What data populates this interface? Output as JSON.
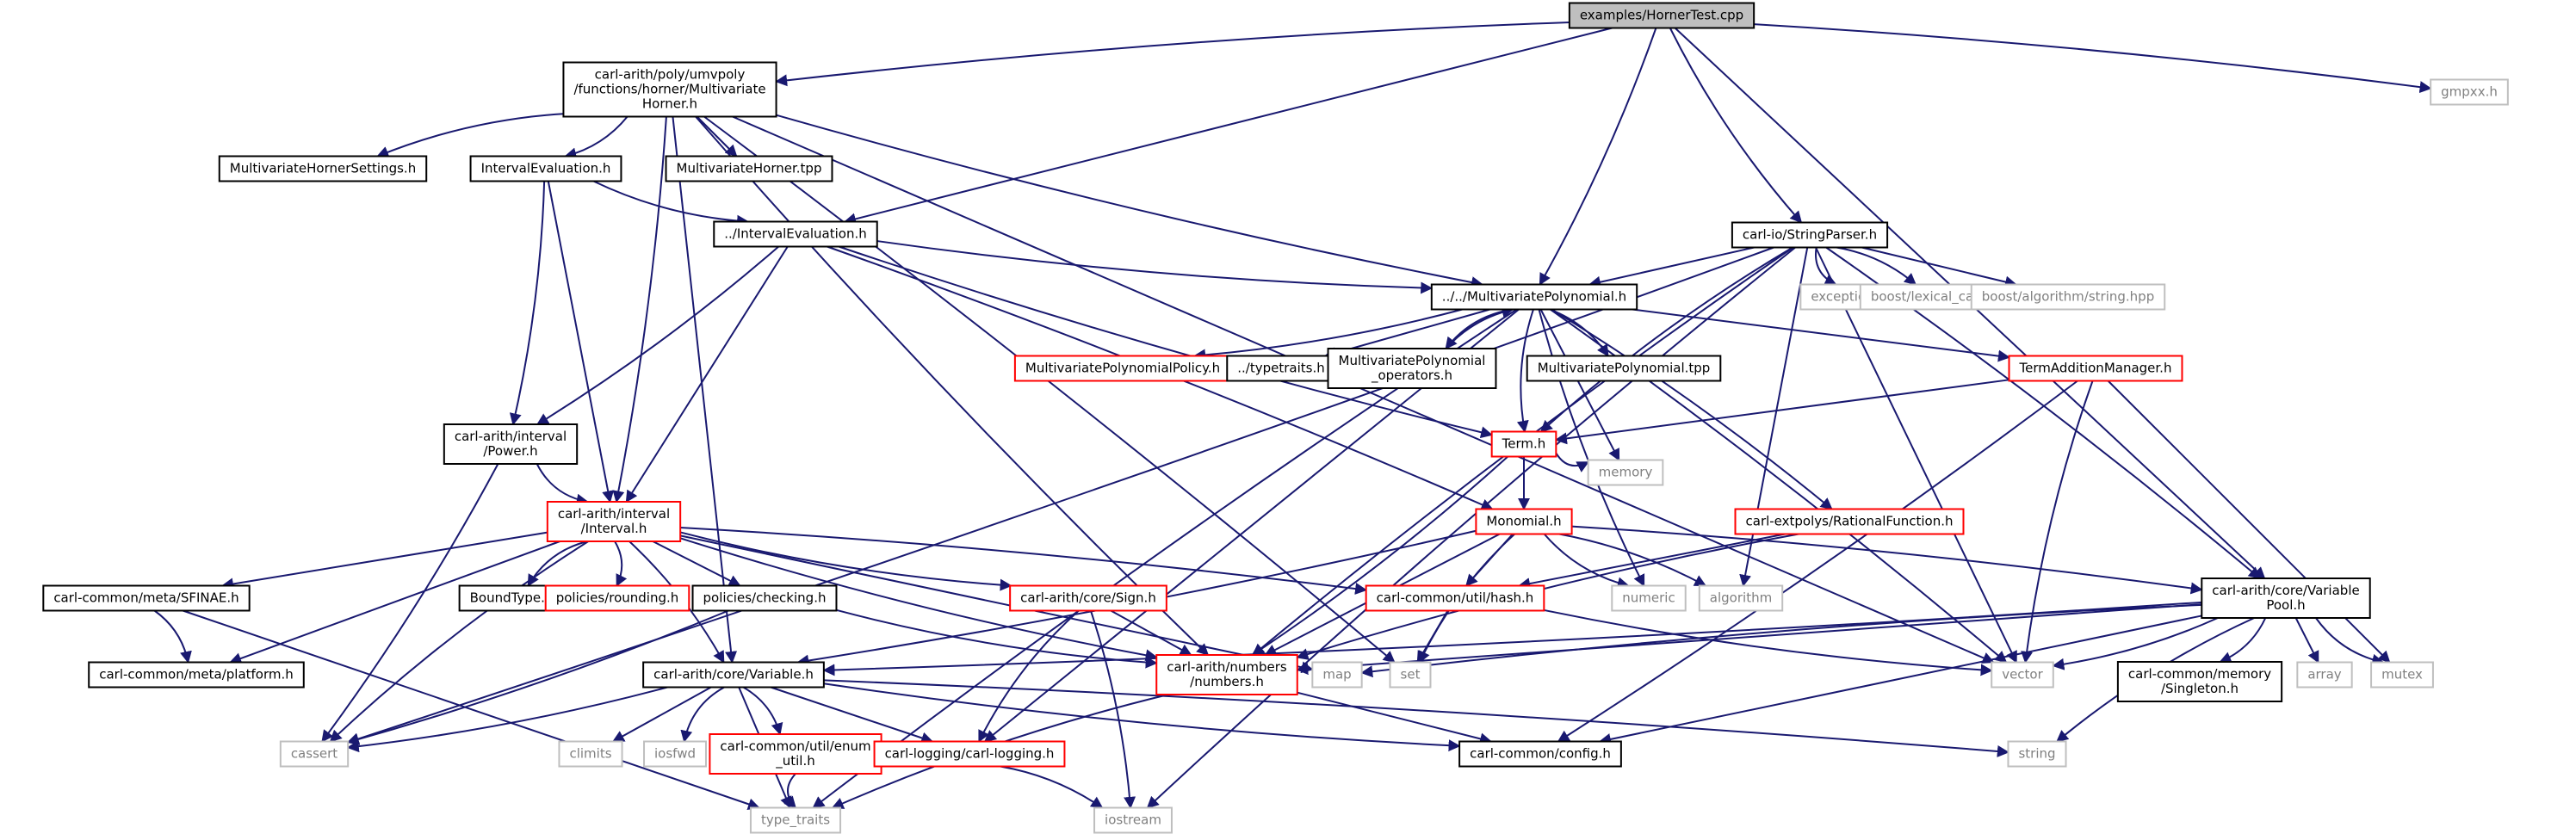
{
  "nodes": [
    {
      "id": "root",
      "lines": [
        "examples/HornerTest.cpp"
      ],
      "kind": "root"
    },
    {
      "id": "mvhorner",
      "lines": [
        "carl-arith/poly/umvpoly",
        "/functions/horner/Multivariate",
        "Horner.h"
      ],
      "kind": "normal"
    },
    {
      "id": "gmpxx",
      "lines": [
        "gmpxx.h"
      ],
      "kind": "external"
    },
    {
      "id": "mvhsettings",
      "lines": [
        "MultivariateHornerSettings.h"
      ],
      "kind": "normal"
    },
    {
      "id": "ieval",
      "lines": [
        "IntervalEvaluation.h"
      ],
      "kind": "normal"
    },
    {
      "id": "mvhtpp",
      "lines": [
        "MultivariateHorner.tpp"
      ],
      "kind": "normal"
    },
    {
      "id": "ievalrel",
      "lines": [
        "../IntervalEvaluation.h"
      ],
      "kind": "normal"
    },
    {
      "id": "strparser",
      "lines": [
        "carl-io/StringParser.h"
      ],
      "kind": "normal"
    },
    {
      "id": "exception",
      "lines": [
        "exception"
      ],
      "kind": "external"
    },
    {
      "id": "lexcast",
      "lines": [
        "boost/lexical_cast.hpp"
      ],
      "kind": "external"
    },
    {
      "id": "boostalg",
      "lines": [
        "boost/algorithm/string.hpp"
      ],
      "kind": "external"
    },
    {
      "id": "mvpoly",
      "lines": [
        "../../MultivariatePolynomial.h"
      ],
      "kind": "normal"
    },
    {
      "id": "mvppolicy",
      "lines": [
        "MultivariatePolynomialPolicy.h"
      ],
      "kind": "red"
    },
    {
      "id": "typetraitsh",
      "lines": [
        "../typetraits.h"
      ],
      "kind": "normal"
    },
    {
      "id": "mvpops",
      "lines": [
        "MultivariatePolynomial",
        "_operators.h"
      ],
      "kind": "normal"
    },
    {
      "id": "mvptpp",
      "lines": [
        "MultivariatePolynomial.tpp"
      ],
      "kind": "normal"
    },
    {
      "id": "termadd",
      "lines": [
        "TermAdditionManager.h"
      ],
      "kind": "red"
    },
    {
      "id": "power",
      "lines": [
        "carl-arith/interval",
        "/Power.h"
      ],
      "kind": "normal"
    },
    {
      "id": "term",
      "lines": [
        "Term.h"
      ],
      "kind": "red"
    },
    {
      "id": "memory",
      "lines": [
        "memory"
      ],
      "kind": "external"
    },
    {
      "id": "interval",
      "lines": [
        "carl-arith/interval",
        "/Interval.h"
      ],
      "kind": "red"
    },
    {
      "id": "monomial",
      "lines": [
        "Monomial.h"
      ],
      "kind": "red"
    },
    {
      "id": "ratfunc",
      "lines": [
        "carl-extpolys/RationalFunction.h"
      ],
      "kind": "red"
    },
    {
      "id": "sfinae",
      "lines": [
        "carl-common/meta/SFINAE.h"
      ],
      "kind": "normal"
    },
    {
      "id": "boundtype",
      "lines": [
        "BoundType.h"
      ],
      "kind": "normal"
    },
    {
      "id": "rounding",
      "lines": [
        "policies/rounding.h"
      ],
      "kind": "red"
    },
    {
      "id": "checking",
      "lines": [
        "policies/checking.h"
      ],
      "kind": "normal"
    },
    {
      "id": "sign",
      "lines": [
        "carl-arith/core/Sign.h"
      ],
      "kind": "red"
    },
    {
      "id": "hash",
      "lines": [
        "carl-common/util/hash.h"
      ],
      "kind": "red"
    },
    {
      "id": "numeric",
      "lines": [
        "numeric"
      ],
      "kind": "external"
    },
    {
      "id": "algorithm",
      "lines": [
        "algorithm"
      ],
      "kind": "external"
    },
    {
      "id": "varpool",
      "lines": [
        "carl-arith/core/Variable",
        "Pool.h"
      ],
      "kind": "normal"
    },
    {
      "id": "platform",
      "lines": [
        "carl-common/meta/platform.h"
      ],
      "kind": "normal"
    },
    {
      "id": "variable",
      "lines": [
        "carl-arith/core/Variable.h"
      ],
      "kind": "normal"
    },
    {
      "id": "numbers",
      "lines": [
        "carl-arith/numbers",
        "/numbers.h"
      ],
      "kind": "red"
    },
    {
      "id": "map",
      "lines": [
        "map"
      ],
      "kind": "external"
    },
    {
      "id": "set",
      "lines": [
        "set"
      ],
      "kind": "external"
    },
    {
      "id": "vector",
      "lines": [
        "vector"
      ],
      "kind": "external"
    },
    {
      "id": "array",
      "lines": [
        "array"
      ],
      "kind": "external"
    },
    {
      "id": "mutex",
      "lines": [
        "mutex"
      ],
      "kind": "external"
    },
    {
      "id": "singleton",
      "lines": [
        "carl-common/memory",
        "/Singleton.h"
      ],
      "kind": "normal"
    },
    {
      "id": "cassert",
      "lines": [
        "cassert"
      ],
      "kind": "external"
    },
    {
      "id": "climits",
      "lines": [
        "climits"
      ],
      "kind": "external"
    },
    {
      "id": "iosfwd",
      "lines": [
        "iosfwd"
      ],
      "kind": "external"
    },
    {
      "id": "enumutil",
      "lines": [
        "carl-common/util/enum",
        "_util.h"
      ],
      "kind": "red"
    },
    {
      "id": "logging",
      "lines": [
        "carl-logging/carl-logging.h"
      ],
      "kind": "red"
    },
    {
      "id": "config",
      "lines": [
        "carl-common/config.h"
      ],
      "kind": "normal"
    },
    {
      "id": "string",
      "lines": [
        "string"
      ],
      "kind": "external"
    },
    {
      "id": "typetraits",
      "lines": [
        "type_traits"
      ],
      "kind": "external"
    },
    {
      "id": "iostream",
      "lines": [
        "iostream"
      ],
      "kind": "external"
    }
  ],
  "edges": [
    [
      "root",
      "mvhorner"
    ],
    [
      "root",
      "gmpxx"
    ],
    [
      "root",
      "ievalrel"
    ],
    [
      "root",
      "strparser"
    ],
    [
      "root",
      "mvpoly"
    ],
    [
      "root",
      "varpool"
    ],
    [
      "mvhorner",
      "mvhsettings"
    ],
    [
      "mvhorner",
      "ieval"
    ],
    [
      "mvhorner",
      "mvhtpp"
    ],
    [
      "mvhorner",
      "mvpoly"
    ],
    [
      "mvhorner",
      "interval"
    ],
    [
      "mvhorner",
      "variable"
    ],
    [
      "mvhorner",
      "numbers"
    ],
    [
      "mvhorner",
      "set"
    ],
    [
      "mvhorner",
      "vector"
    ],
    [
      "ieval",
      "ievalrel"
    ],
    [
      "ieval",
      "power"
    ],
    [
      "ieval",
      "interval"
    ],
    [
      "ievalrel",
      "mvpoly"
    ],
    [
      "ievalrel",
      "power"
    ],
    [
      "ievalrel",
      "interval"
    ],
    [
      "ievalrel",
      "term"
    ],
    [
      "ievalrel",
      "monomial"
    ],
    [
      "strparser",
      "mvpoly"
    ],
    [
      "strparser",
      "exception"
    ],
    [
      "strparser",
      "lexcast"
    ],
    [
      "strparser",
      "boostalg"
    ],
    [
      "strparser",
      "term"
    ],
    [
      "strparser",
      "varpool"
    ],
    [
      "strparser",
      "vector"
    ],
    [
      "strparser",
      "iostream"
    ],
    [
      "strparser",
      "cassert"
    ],
    [
      "strparser",
      "algorithm"
    ],
    [
      "strparser",
      "numbers"
    ],
    [
      "mvpoly",
      "mvppolicy"
    ],
    [
      "mvpoly",
      "typetraitsh"
    ],
    [
      "mvpoly",
      "mvpops"
    ],
    [
      "mvpoly",
      "mvptpp"
    ],
    [
      "mvpoly",
      "termadd"
    ],
    [
      "mvpoly",
      "term"
    ],
    [
      "mvpoly",
      "ratfunc"
    ],
    [
      "mvpoly",
      "memory"
    ],
    [
      "mvpoly",
      "numeric"
    ],
    [
      "mvpoly",
      "vector"
    ],
    [
      "mvpoly",
      "logging"
    ],
    [
      "mvpoly",
      "typetraits"
    ],
    [
      "mvpops",
      "mvpoly"
    ],
    [
      "termadd",
      "term"
    ],
    [
      "termadd",
      "vector"
    ],
    [
      "termadd",
      "config"
    ],
    [
      "termadd",
      "mutex"
    ],
    [
      "power",
      "interval"
    ],
    [
      "power",
      "cassert"
    ],
    [
      "term",
      "monomial"
    ],
    [
      "term",
      "memory"
    ],
    [
      "term",
      "numbers"
    ],
    [
      "interval",
      "sfinae"
    ],
    [
      "interval",
      "boundtype"
    ],
    [
      "interval",
      "rounding"
    ],
    [
      "interval",
      "checking"
    ],
    [
      "interval",
      "sign"
    ],
    [
      "interval",
      "hash"
    ],
    [
      "interval",
      "map"
    ],
    [
      "interval",
      "numbers"
    ],
    [
      "interval",
      "variable"
    ],
    [
      "interval",
      "platform"
    ],
    [
      "interval",
      "cassert"
    ],
    [
      "monomial",
      "variable"
    ],
    [
      "monomial",
      "hash"
    ],
    [
      "monomial",
      "numeric"
    ],
    [
      "monomial",
      "algorithm"
    ],
    [
      "monomial",
      "numbers"
    ],
    [
      "monomial",
      "set"
    ],
    [
      "monomial",
      "varpool"
    ],
    [
      "ratfunc",
      "hash"
    ],
    [
      "ratfunc",
      "numbers"
    ],
    [
      "sfinae",
      "platform"
    ],
    [
      "sfinae",
      "typetraits"
    ],
    [
      "checking",
      "numbers"
    ],
    [
      "checking",
      "cassert"
    ],
    [
      "sign",
      "numbers"
    ],
    [
      "sign",
      "logging"
    ],
    [
      "sign",
      "iostream"
    ],
    [
      "hash",
      "set"
    ],
    [
      "hash",
      "vector"
    ],
    [
      "varpool",
      "variable"
    ],
    [
      "varpool",
      "numbers"
    ],
    [
      "varpool",
      "map"
    ],
    [
      "varpool",
      "vector"
    ],
    [
      "varpool",
      "array"
    ],
    [
      "varpool",
      "mutex"
    ],
    [
      "varpool",
      "singleton"
    ],
    [
      "varpool",
      "config"
    ],
    [
      "varpool",
      "string"
    ],
    [
      "variable",
      "cassert"
    ],
    [
      "variable",
      "climits"
    ],
    [
      "variable",
      "iosfwd"
    ],
    [
      "variable",
      "enumutil"
    ],
    [
      "variable",
      "logging"
    ],
    [
      "variable",
      "config"
    ],
    [
      "variable",
      "string"
    ],
    [
      "variable",
      "typetraits"
    ],
    [
      "enumutil",
      "typetraits"
    ],
    [
      "logging",
      "iostream"
    ],
    [
      "numbers",
      "config"
    ],
    [
      "numbers",
      "typetraits"
    ]
  ],
  "colors": {
    "edge": "#191970",
    "red_border": "#ff0000",
    "normal_border": "#000000",
    "external_border": "#bfbfbf",
    "root_fill": "#bfbfbf",
    "external_text": "#808080"
  }
}
